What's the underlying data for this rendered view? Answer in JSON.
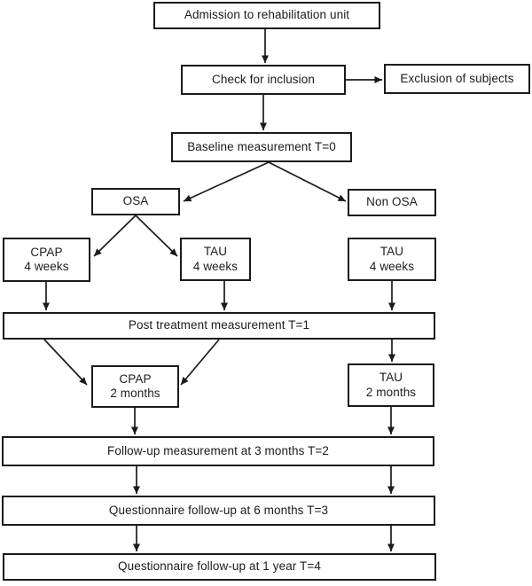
{
  "diagram": {
    "title": "Study flowchart",
    "nodes": [
      {
        "id": "admission",
        "label": "Admission to rehabilitation unit"
      },
      {
        "id": "check-inclusion",
        "label": "Check for inclusion"
      },
      {
        "id": "exclusion",
        "label": "Exclusion of subjects"
      },
      {
        "id": "baseline-t0",
        "label": "Baseline measurement T=0"
      },
      {
        "id": "osa",
        "label": "OSA"
      },
      {
        "id": "non-osa",
        "label": "Non OSA"
      },
      {
        "id": "cpap-4-weeks",
        "label": "CPAP\n4 weeks"
      },
      {
        "id": "tau-4-weeks-osa",
        "label": "TAU\n4 weeks"
      },
      {
        "id": "tau-4-weeks-nonosa",
        "label": "TAU\n4 weeks"
      },
      {
        "id": "post-treatment-t1",
        "label": "Post treatment measurement T=1"
      },
      {
        "id": "cpap-2-months",
        "label": "CPAP\n2 months"
      },
      {
        "id": "tau-2-months",
        "label": "TAU\n2 months"
      },
      {
        "id": "followup-3-months-t2",
        "label": "Follow-up measurement at 3 months T=2"
      },
      {
        "id": "questionnaire-6-months-t3",
        "label": "Questionnaire follow-up at 6 months T=3"
      },
      {
        "id": "questionnaire-1-year-t4",
        "label": "Questionnaire follow-up at 1 year T=4"
      }
    ],
    "edges": [
      {
        "from": "admission",
        "to": "check-inclusion"
      },
      {
        "from": "check-inclusion",
        "to": "exclusion"
      },
      {
        "from": "check-inclusion",
        "to": "baseline-t0"
      },
      {
        "from": "baseline-t0",
        "to": "osa"
      },
      {
        "from": "baseline-t0",
        "to": "non-osa"
      },
      {
        "from": "osa",
        "to": "cpap-4-weeks"
      },
      {
        "from": "osa",
        "to": "tau-4-weeks-osa"
      },
      {
        "from": "cpap-4-weeks",
        "to": "post-treatment-t1"
      },
      {
        "from": "tau-4-weeks-osa",
        "to": "post-treatment-t1"
      },
      {
        "from": "tau-4-weeks-nonosa",
        "to": "post-treatment-t1"
      },
      {
        "from": "post-treatment-t1",
        "to": "cpap-2-months"
      },
      {
        "from": "post-treatment-t1",
        "to": "cpap-2-months"
      },
      {
        "from": "post-treatment-t1",
        "to": "tau-2-months"
      },
      {
        "from": "cpap-2-months",
        "to": "followup-3-months-t2"
      },
      {
        "from": "tau-2-months",
        "to": "followup-3-months-t2"
      },
      {
        "from": "followup-3-months-t2",
        "to": "questionnaire-6-months-t3"
      },
      {
        "from": "followup-3-months-t2",
        "to": "questionnaire-6-months-t3"
      },
      {
        "from": "questionnaire-6-months-t3",
        "to": "questionnaire-1-year-t4"
      },
      {
        "from": "questionnaire-6-months-t3",
        "to": "questionnaire-1-year-t4"
      }
    ],
    "colors": {
      "line": "#1b1b1b",
      "box_background": "#ffffff",
      "text": "#1b1b1b"
    }
  }
}
